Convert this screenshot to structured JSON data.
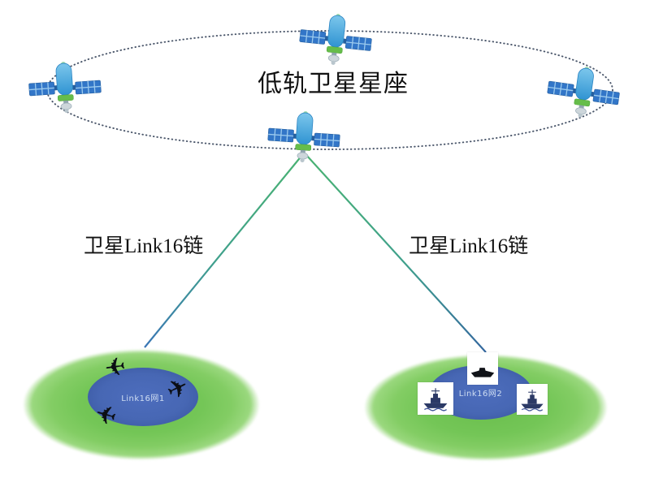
{
  "diagram": {
    "title": "低轨卫星星座",
    "links": {
      "left_label": "卫星Link16链",
      "right_label": "卫星Link16链"
    },
    "networks": {
      "left_label": "Link16网1",
      "right_label": "Link16网2"
    },
    "nodes": {
      "satellites": [
        "satellite-top",
        "satellite-left",
        "satellite-right",
        "satellite-gateway"
      ],
      "left_area_units": [
        "airplane",
        "airplane",
        "airplane"
      ],
      "right_area_units": [
        "cargo-ship",
        "warship",
        "warship"
      ]
    }
  },
  "icons": {
    "airplane": "✈",
    "satellite": "satellite-icon",
    "cargo_ship": "cargo-ship-icon",
    "warship": "warship-icon",
    "orbit": "dotted-orbit-ellipse"
  },
  "colors": {
    "coverage_green": "#77c65a",
    "network_blue": "#4a69b6",
    "link_line_green": "#45b06c",
    "link_line_blue": "#3a76b5",
    "orbit_dot": "#36445a",
    "text": "#111111",
    "background": "#ffffff"
  }
}
